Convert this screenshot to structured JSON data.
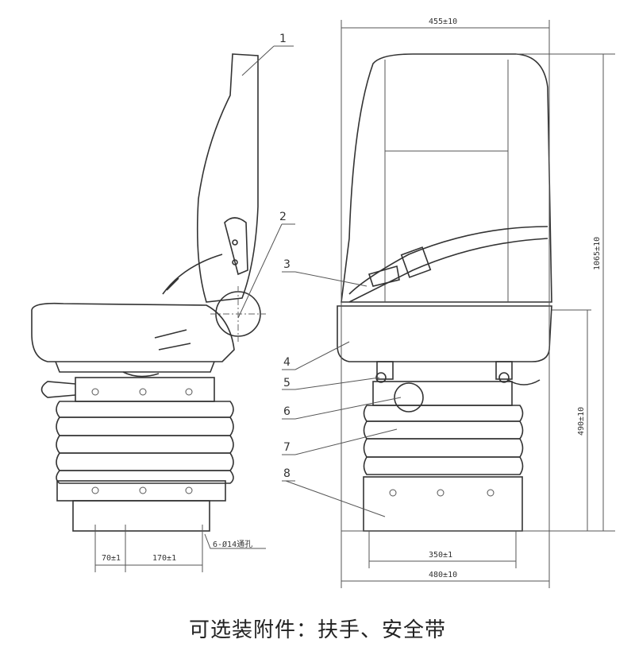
{
  "drawing": {
    "part_numbers": [
      "1",
      "2",
      "3",
      "4",
      "5",
      "6",
      "7",
      "8"
    ],
    "dimensions": {
      "top_width": "455±10",
      "total_height": "1065±10",
      "seat_height": "490±10",
      "base_inner_width": "350±1",
      "base_outer_width": "480±10",
      "side_offset": "70±1",
      "side_spacing": "170±1",
      "holes_note": "6-Ø14通孔"
    }
  },
  "caption": "可选装附件：扶手、安全带"
}
